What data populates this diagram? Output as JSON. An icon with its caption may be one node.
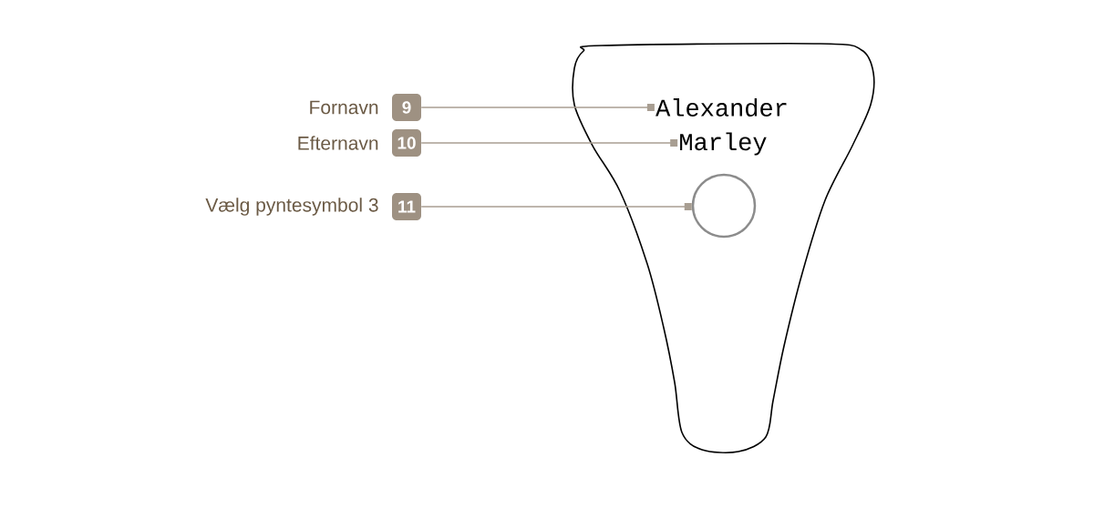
{
  "diagram": {
    "nodes": [
      {
        "text": [
          "9"
        ],
        "beside": [
          "Fornavn"
        ]
      },
      {
        "text": [
          "10"
        ],
        "beside": [
          "Efternavn"
        ]
      },
      {
        "text": [
          "11"
        ],
        "beside": [
          "Vælg pyntesymbol 3"
        ]
      },
      {
        "text": [
          "Alexander"
        ]
      },
      {
        "text": [
          "Marley"
        ]
      },
      {
        "text": [],
        "shape": "circle"
      }
    ],
    "edges": [
      {
        "from": 0,
        "to": 3,
        "arrow": "other"
      },
      {
        "from": 1,
        "to": 4,
        "arrow": "other"
      },
      {
        "from": 2,
        "to": 5,
        "arrow": "other"
      }
    ]
  }
}
